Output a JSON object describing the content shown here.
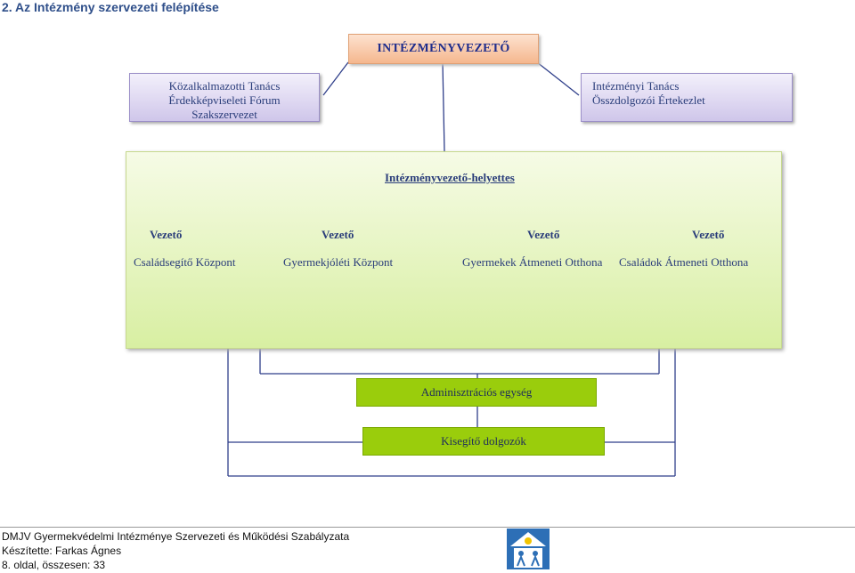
{
  "heading": "2. Az Intézmény szervezeti felépítése",
  "top_box": "INTÉZMÉNYVEZETŐ",
  "left_box": [
    "Közalkalmazotti Tanács",
    "Érdekképviseleti Fórum",
    "Szakszervezet"
  ],
  "right_box": [
    "Intézményi Tanács",
    "Összdolgozói Értekezlet"
  ],
  "deputy": "Intézményvezető-helyettes",
  "leaders": [
    "Vezető",
    "Vezető",
    "Vezető",
    "Vezető"
  ],
  "units": [
    "Családsegítő Központ",
    "Gyermekjóléti Központ",
    "Gyermekek Átmeneti Otthona",
    "Családok Átmeneti Otthona"
  ],
  "admin": "Adminisztrációs egység",
  "helper": "Kisegítő dolgozók",
  "footer": {
    "line1": "DMJV Gyermekvédelmi Intézménye Szervezeti és Működési Szabályzata",
    "line2": "Készítette: Farkas Ágnes",
    "line3": "8. oldal, összesen: 33"
  },
  "colors": {
    "accent_green": "#9acd0c",
    "orange_box": "#f5b78e",
    "purple_box": "#cfc6ea",
    "line": "#2f3f8a"
  }
}
